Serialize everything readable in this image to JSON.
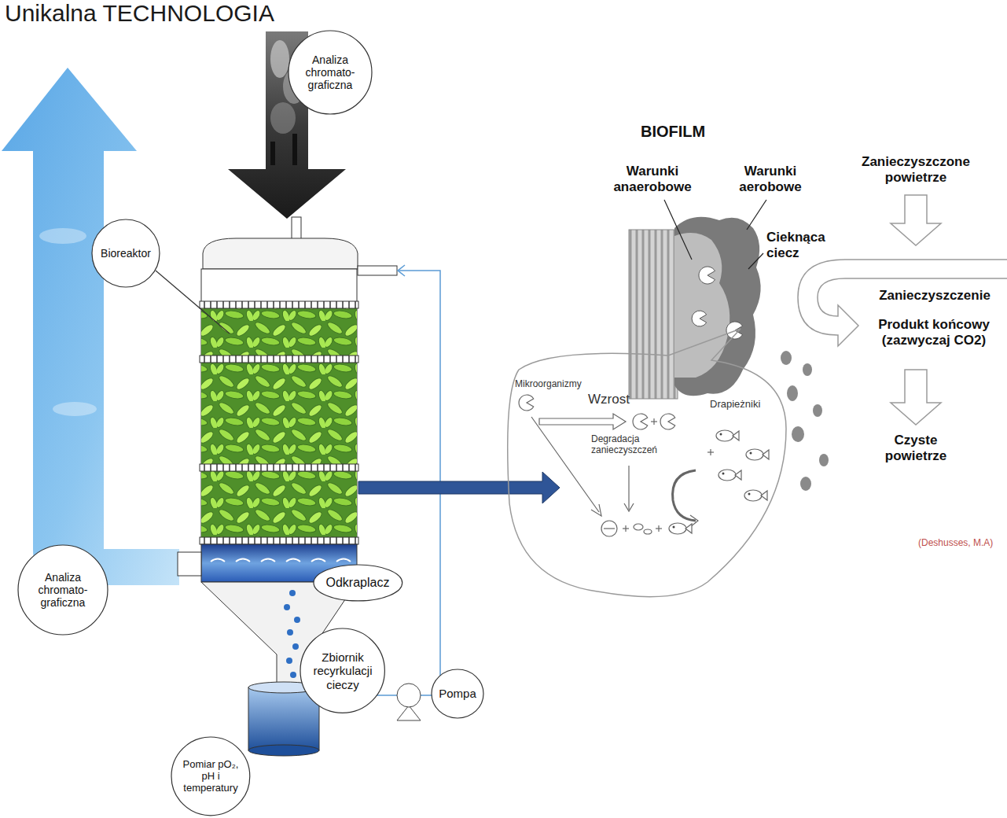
{
  "diagram": {
    "title": "Unikalna TECHNOLOGIA",
    "nodes": [
      {
        "text": [
          "Analiza chromato-graficzna"
        ]
      },
      {
        "text": [
          "Bioreaktor"
        ]
      },
      {
        "text": [
          "Analiza chromato-graficzna"
        ]
      },
      {
        "text": [
          "Odkraplacz"
        ]
      },
      {
        "text": [
          "Zbiornik recyrkulacji cieczy"
        ]
      },
      {
        "text": [
          "Pompa"
        ]
      },
      {
        "text": [
          "Pomiar pO₂, pH i temperatury"
        ]
      },
      {
        "text": [
          "Mikroorganizmy",
          "Wzrost",
          "Degradacja zanieczyszczeń",
          "Drapieżniki"
        ]
      }
    ],
    "labels": [
      "BIOFILM",
      "Warunki anaerobowe",
      "Warunki aerobowe",
      "Cieknąca ciecz",
      "Zanieczyszczone powietrze",
      "Zanieczyszczenie",
      "Produkt końcowy (zazwyczaj CO2)",
      "Czyste powietrze",
      "(Deshusses, M.A)"
    ]
  }
}
